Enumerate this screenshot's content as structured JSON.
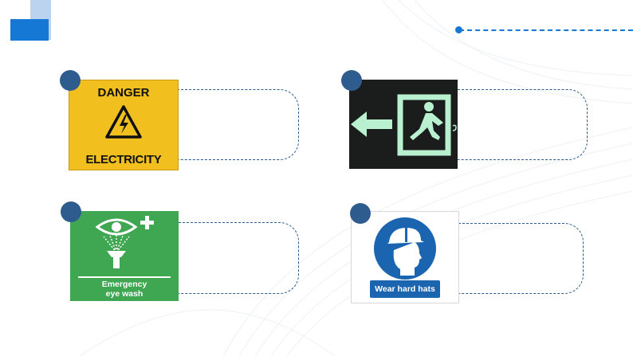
{
  "signs": [
    {
      "id": "danger-electricity",
      "lines": [
        "DANGER",
        "ELECTRICITY"
      ],
      "colors": {
        "bg": "#f2c01e",
        "text": "#111111"
      },
      "icon": "high-voltage-icon"
    },
    {
      "id": "emergency-exit",
      "lines": [],
      "colors": {
        "bg": "#1b1d1c",
        "symbol": "#b9f0cf"
      },
      "icon": "running-man-exit-icon"
    },
    {
      "id": "emergency-eye-wash",
      "lines": [
        "Emergency",
        "eye wash"
      ],
      "colors": {
        "bg": "#3fa652",
        "text": "#ffffff"
      },
      "icon": "eye-wash-icon"
    },
    {
      "id": "wear-hard-hats",
      "lines": [
        "Wear hard hats"
      ],
      "colors": {
        "bg": "#ffffff",
        "circle": "#1a64b0"
      },
      "icon": "hard-hat-head-icon"
    }
  ],
  "accent_color": "#1478d4",
  "marker_color": "#2f5c8f"
}
